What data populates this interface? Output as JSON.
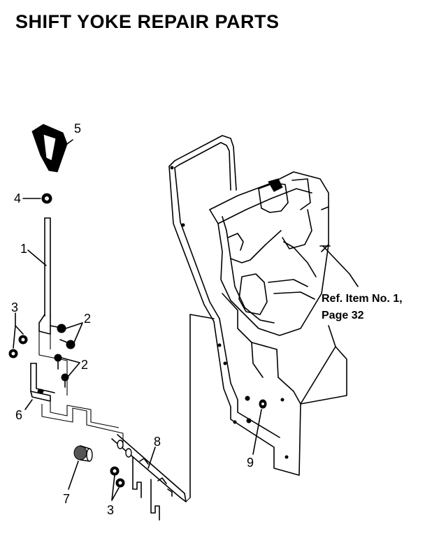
{
  "title": "SHIFT YOKE REPAIR PARTS",
  "callouts": {
    "c1": "1",
    "c2a": "2",
    "c2b": "2",
    "c3a": "3",
    "c3b": "3",
    "c4": "4",
    "c5": "5",
    "c6": "6",
    "c7": "7",
    "c8": "8",
    "c9": "9"
  },
  "reference": {
    "line1": "Ref. Item No. 1,",
    "line2": "Page 32"
  }
}
